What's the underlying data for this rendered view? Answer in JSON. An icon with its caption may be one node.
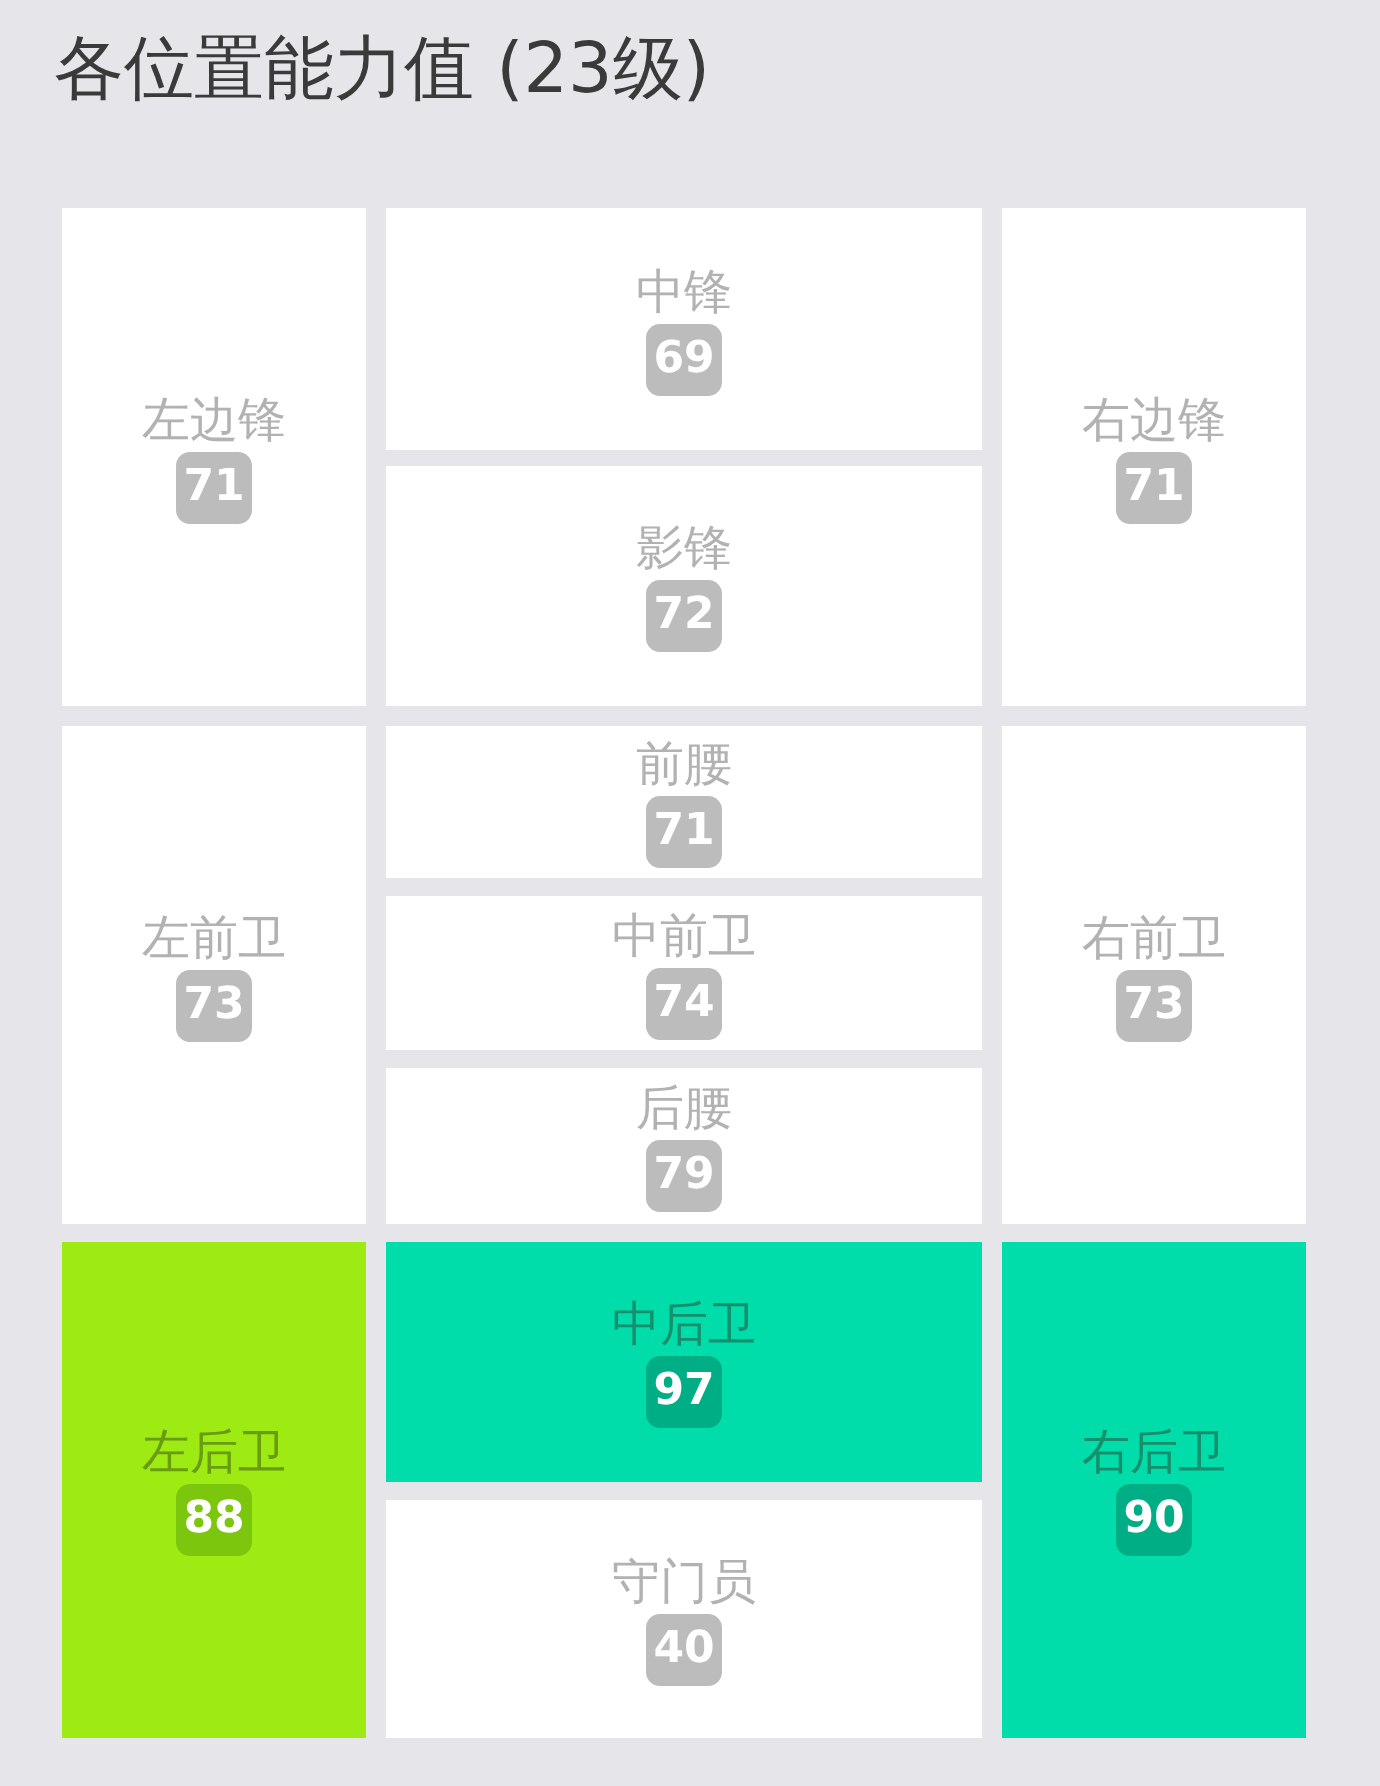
{
  "diagram": {
    "title": "各位置能力值 (23级)",
    "nodes": [
      {
        "text": [
          "左边锋",
          "71"
        ]
      },
      {
        "text": [
          "中锋",
          "69"
        ]
      },
      {
        "text": [
          "右边锋",
          "71"
        ]
      },
      {
        "text": [
          "影锋",
          "72"
        ]
      },
      {
        "text": [
          "左前卫",
          "73"
        ]
      },
      {
        "text": [
          "前腰",
          "71"
        ]
      },
      {
        "text": [
          "右前卫",
          "73"
        ]
      },
      {
        "text": [
          "中前卫",
          "74"
        ]
      },
      {
        "text": [
          "后腰",
          "79"
        ]
      },
      {
        "text": [
          "左后卫",
          "88"
        ]
      },
      {
        "text": [
          "中后卫",
          "97"
        ]
      },
      {
        "text": [
          "右后卫",
          "90"
        ]
      },
      {
        "text": [
          "守门员",
          "40"
        ]
      }
    ]
  }
}
